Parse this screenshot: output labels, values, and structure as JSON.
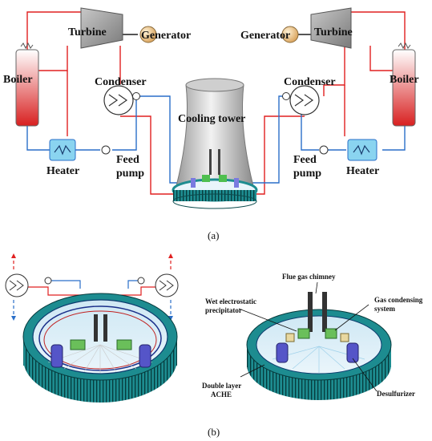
{
  "panel_a": {
    "caption": "(a)",
    "left": {
      "turbine": "Turbine",
      "generator": "Generator",
      "boiler": "Boiler",
      "condenser": "Condenser",
      "heater": "Heater",
      "feed_pump": [
        "Feed",
        "pump"
      ]
    },
    "right": {
      "turbine": "Turbine",
      "generator": "Generator",
      "boiler": "Boiler",
      "condenser": "Condenser",
      "heater": "Heater",
      "feed_pump": [
        "Feed",
        "pump"
      ]
    },
    "cooling_tower": "Cooling tower"
  },
  "panel_b": {
    "caption": "(b)",
    "flue_gas_chimney": "Flue gas chimney",
    "wet_esp": [
      "Wet electrostatic",
      "precipitator"
    ],
    "gas_condensing": [
      "Gas condensing",
      "system"
    ],
    "ache": [
      "Double layer",
      "ACHE"
    ],
    "desulfurizer": "Desulfurizer"
  },
  "colors": {
    "hot_line": "#e02020",
    "cold_line": "#2a6fc9",
    "machine": "#9a9a9a",
    "generator": "#f0c98a",
    "ache_teal": "#1f8f93",
    "heater": "#8ad4f0"
  }
}
